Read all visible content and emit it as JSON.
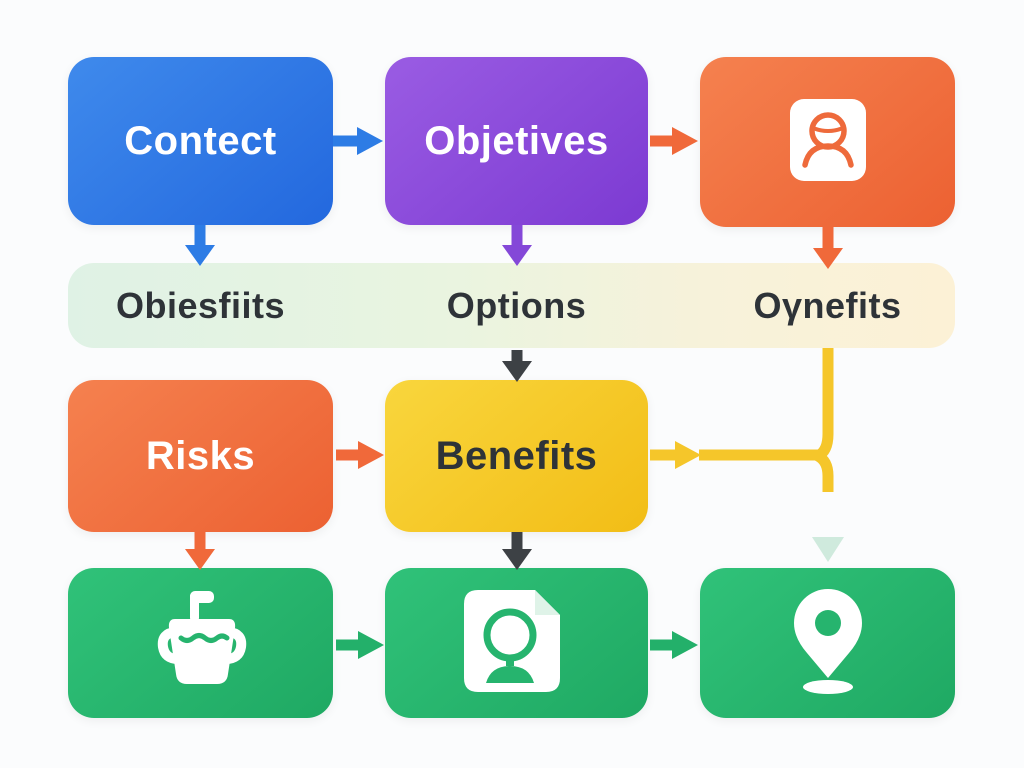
{
  "diagram": {
    "title": "process-flowchart",
    "row1": {
      "contact_label": "Contect",
      "objectives_label": "Objetives",
      "person_node_icon": "person-icon"
    },
    "banner": {
      "item1": "Obiesfiits",
      "item2": "Options",
      "item3": "Oγnefits"
    },
    "row3": {
      "risks_label": "Risks",
      "benefits_label": "Benefits"
    },
    "row4": {
      "icon1": "drink-cup-icon",
      "icon2": "document-person-icon",
      "icon3": "location-pin-icon"
    },
    "colors": {
      "blue": "#2d7ce5",
      "purple": "#8448d8",
      "orange": "#f0693a",
      "yellow": "#f5c62a",
      "green": "#23b06a",
      "dark_arrow": "#3d4145",
      "mint_arrow": "#cfeadd",
      "banner_left": "#dff2e5",
      "banner_right": "#fcf1d6",
      "text_dark": "#2e3338",
      "text_light": "#ffffff",
      "background": "#fbfcfd"
    }
  }
}
